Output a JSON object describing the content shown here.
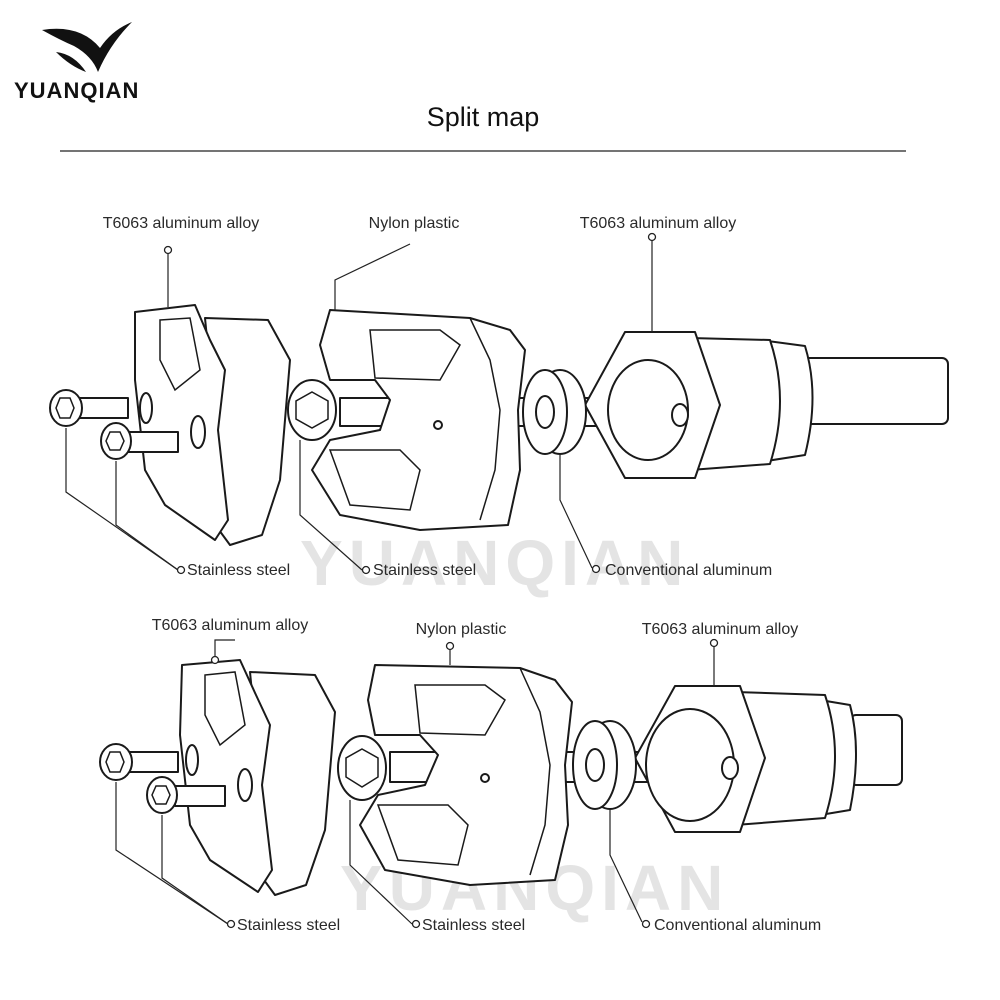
{
  "brand": {
    "name": "YUANQIAN"
  },
  "page": {
    "title": "Split map"
  },
  "watermark": {
    "text": "YUANQIAN"
  },
  "colors": {
    "line": "#1a1a1a",
    "watermark": "#e4e4e4",
    "text": "#2a2a2a"
  },
  "assembly_top": {
    "label_left_top": "T6063 aluminum alloy",
    "label_mid_top": "Nylon plastic",
    "label_right_top": "T6063 aluminum alloy",
    "label_bolts": "Stainless steel",
    "label_center_bolt": "Stainless steel",
    "label_spacer": "Conventional aluminum"
  },
  "assembly_bottom": {
    "label_left_top": "T6063 aluminum alloy",
    "label_mid_top": "Nylon plastic",
    "label_right_top": "T6063 aluminum alloy",
    "label_bolts": "Stainless steel",
    "label_center_bolt": "Stainless steel",
    "label_spacer": "Conventional aluminum"
  }
}
